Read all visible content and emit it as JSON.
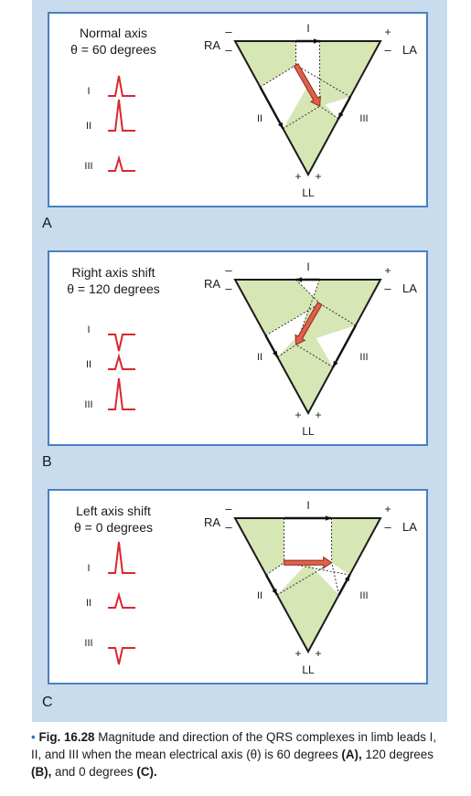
{
  "panels": [
    {
      "id": "A",
      "label": "A",
      "title_line1": "Normal axis",
      "title_line2": "θ = 60 degrees",
      "axis_degrees": 60,
      "qrs": {
        "I": "up-medium",
        "II": "up-tall",
        "III": "up-small"
      }
    },
    {
      "id": "B",
      "label": "B",
      "title_line1": "Right axis shift",
      "title_line2": "θ = 120 degrees",
      "axis_degrees": 120,
      "qrs": {
        "I": "down",
        "II": "up-small",
        "III": "up-tall"
      }
    },
    {
      "id": "C",
      "label": "C",
      "title_line1": "Left axis shift",
      "title_line2": "θ = 0 degrees",
      "axis_degrees": 0,
      "qrs": {
        "I": "up-tall",
        "II": "up-small",
        "III": "down"
      }
    }
  ],
  "leads": {
    "I": "I",
    "II": "II",
    "III": "III"
  },
  "vertices": {
    "ra": "RA",
    "la": "LA",
    "ll": "LL"
  },
  "signs": {
    "minus": "–",
    "plus": "+"
  },
  "caption": {
    "fig": "Fig. 16.28",
    "text1": " Magnitude and direction of the QRS complexes in limb leads I, II, and III when the mean electrical axis (θ) is 60 degrees ",
    "ref_a": "(A),",
    "text2": " 120 degrees ",
    "ref_b": "(B),",
    "text3": " and 0 degrees ",
    "ref_c": "(C)."
  },
  "colors": {
    "panel_border": "#4a7fc3",
    "band": "#c9dcee",
    "shade": "#d6e6b5",
    "qrs": "#d9272e",
    "vector_fill": "#e0604a",
    "vector_stroke": "#8c2a1c"
  }
}
